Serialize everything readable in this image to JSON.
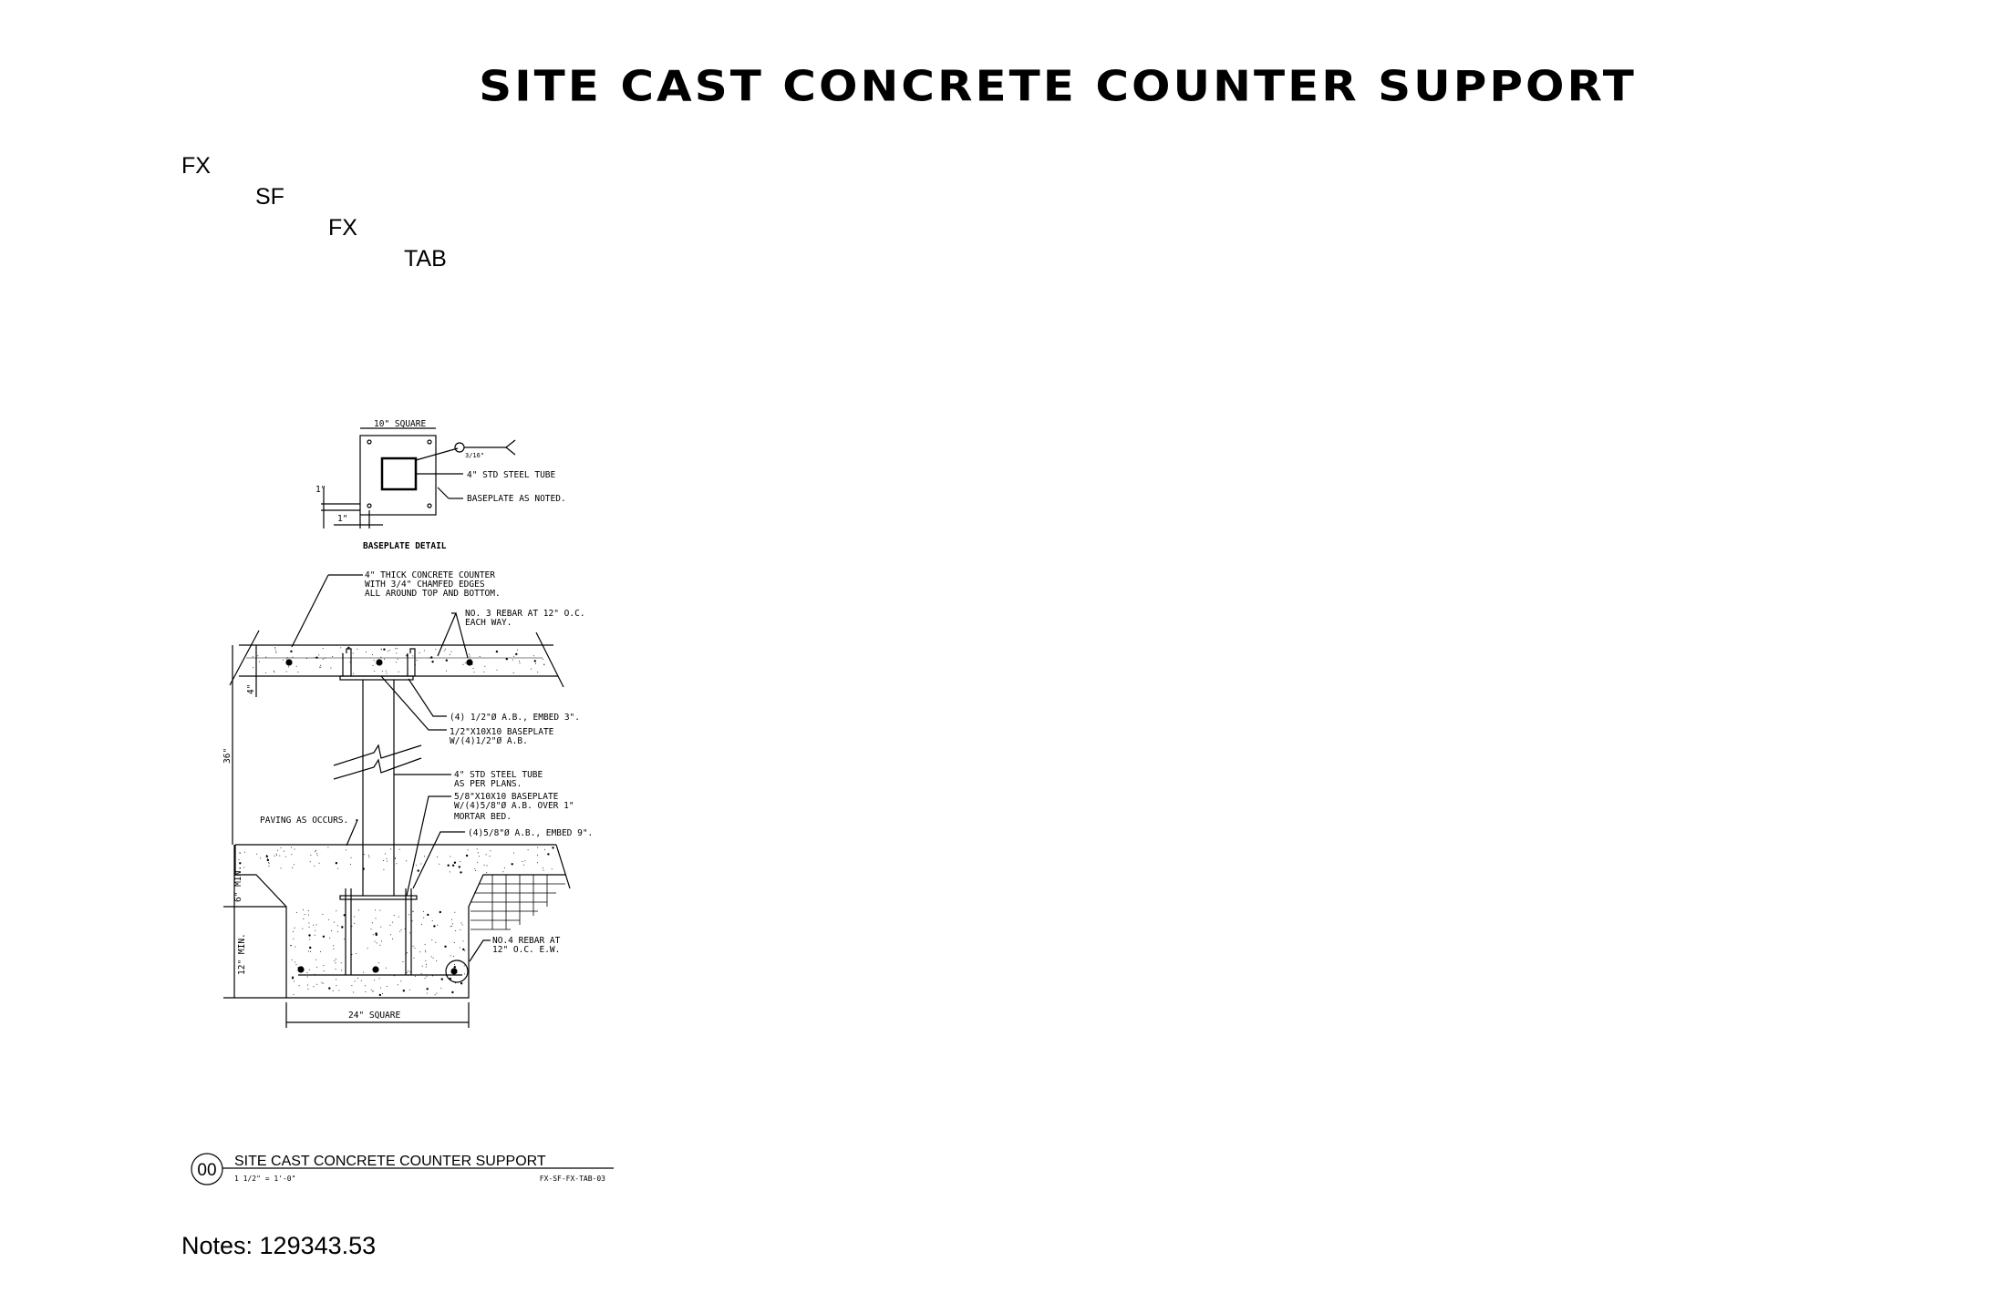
{
  "title": "SITE CAST CONCRETE COUNTER SUPPORT",
  "codes": [
    "FX",
    "SF",
    "FX",
    "TAB"
  ],
  "baseplate_detail": {
    "size_label": "10\" SQUARE",
    "weld_label": "3/16\"",
    "tube_label": "4\" STD STEEL TUBE",
    "plate_label": "BASEPLATE AS NOTED.",
    "dim_v": "1\"",
    "dim_h": "1\"",
    "caption": "BASEPLATE DETAIL"
  },
  "section": {
    "counter_note": [
      "4\" THICK CONCRETE COUNTER",
      "WITH 3/4\" CHAMFED EDGES",
      "ALL AROUND TOP AND BOTTOM."
    ],
    "rebar_note": [
      "NO. 3 REBAR AT 12\" O.C.",
      "EACH WAY."
    ],
    "ab_note": "(4) 1/2\"Ø A.B., EMBED 3\".",
    "top_plate_note": [
      "1/2\"X10X10 BASEPLATE",
      "W/(4)1/2\"Ø A.B."
    ],
    "tube_note": [
      "4\" STD STEEL TUBE",
      "AS PER PLANS."
    ],
    "bottom_plate_note": [
      "5/8\"X10X10 BASEPLATE",
      "W/(4)5/8\"Ø A.B. OVER 1\"",
      "MORTAR BED."
    ],
    "paving_note": "PAVING AS OCCURS.",
    "bottom_ab_note": "(4)5/8\"Ø A.B., EMBED 9\".",
    "footing_rebar_note": [
      "NO.4 REBAR AT",
      "12\" O.C. E.W."
    ],
    "dim_height": "36\"",
    "dim_slab": "4\"",
    "dim_paving": "6\" MIN.",
    "dim_footing": "12\" MIN.",
    "dim_width": "24\" SQUARE"
  },
  "title_block": {
    "number": "00",
    "title": "SITE CAST CONCRETE COUNTER SUPPORT",
    "scale": "1 1/2\" = 1'-0\"",
    "ref": "FX-SF-FX-TAB-03"
  },
  "notes": "Notes: 129343.53"
}
